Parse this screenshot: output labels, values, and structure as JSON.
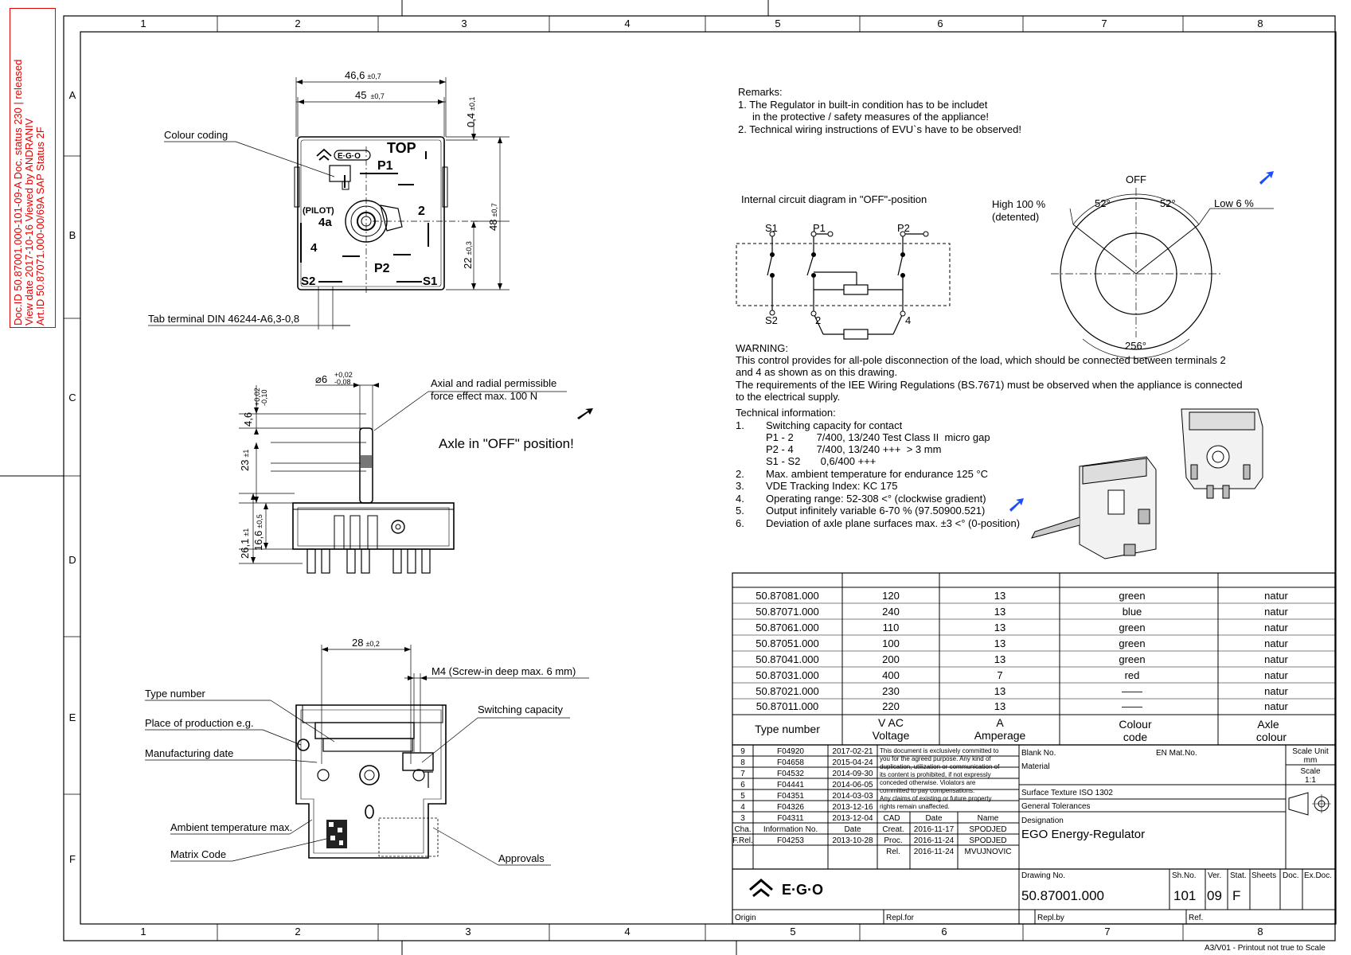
{
  "stamp": {
    "lines": [
      "Doc.ID 50.87001.000-101-09-A  Doc. status 230 | released",
      "View date 2017-10-16          Viewed by ANDRANIV",
      "Art.ID 50.87071.000-00/69A     SAP Status 2F"
    ]
  },
  "grid": {
    "cols": [
      "1",
      "2",
      "3",
      "4",
      "5",
      "6",
      "7",
      "8"
    ],
    "rows": [
      "A",
      "B",
      "C",
      "D",
      "E",
      "F"
    ]
  },
  "front_view": {
    "dim_width_outer": "46,6",
    "dim_width_outer_tol": "±0,7",
    "dim_width_inner": "45",
    "dim_width_inner_tol": "±0,7",
    "dim_top": "0,4",
    "dim_top_tol": "±0,1",
    "dim_height": "48",
    "dim_height_tol": "±0,7",
    "dim_center": "22",
    "dim_center_tol": "±0,3",
    "label_colour_coding": "Colour coding",
    "label_tab_terminal": "Tab terminal DIN 46244-A6,3-0,8",
    "marks": {
      "top": "TOP",
      "p1": "P1",
      "p2": "P2",
      "two": "2",
      "four": "4",
      "fourA": "4a",
      "pilot": "(PILOT)",
      "s1": "S1",
      "s2": "S2",
      "logo": "E·G·O"
    }
  },
  "side_view": {
    "dim_diameter": "6",
    "dim_diameter_tol_up": "+0,02",
    "dim_diameter_tol_dn": "-0,08",
    "dim_top": "4,6",
    "dim_top_tol_up": "+0,02",
    "dim_top_tol_dn": "-0,10",
    "dim_axle": "23",
    "dim_axle_tol": "±1",
    "dim_body": "16,6",
    "dim_body_tol": "±0,5",
    "dim_total": "26,1",
    "dim_total_tol": "±1",
    "label_force_1": "Axial and radial permissible",
    "label_force_2": "force effect max. 100 N",
    "label_axle": "Axle in \"OFF\" position!"
  },
  "bottom_view": {
    "dim_width": "28",
    "dim_width_tol": "±0,2",
    "label_m4": "M4 (Screw-in deep max. 6 mm)",
    "label_type_number": "Type number",
    "label_place": "Place of production e.g.",
    "label_mfg_date": "Manufacturing date",
    "label_switching": "Switching capacity",
    "label_ambient": "Ambient temperature max.",
    "label_matrix": "Matrix Code",
    "label_approvals": "Approvals"
  },
  "remarks": {
    "title": "Remarks:",
    "line1": "1. The Regulator in built-in condition has to be includet",
    "line2": "in the protective / safety measures of the appliance!",
    "line3": "2. Technical wiring instructions of EVU`s have to be observed!"
  },
  "circuit": {
    "title": "Internal circuit diagram in \"OFF\"-position",
    "s1": "S1",
    "p1": "P1",
    "p2": "P2",
    "s2": "S2",
    "t2": "2",
    "t4": "4"
  },
  "dial": {
    "off": "OFF",
    "high": "High 100 %",
    "detented": "(detented)",
    "low": "Low 6 %",
    "angle_left": "52°",
    "angle_right": "52°",
    "angle_bottom": "256°"
  },
  "warning": {
    "title": "WARNING:",
    "l1": "This control provides for all-pole disconnection of the load, which should be connected between terminals 2",
    "l2": "and 4 as shown as on this drawing.",
    "l3": "The requirements of the IEE Wiring Regulations (BS.7671) must be observed when the appliance is connected",
    "l4": "to the electrical supply."
  },
  "tech": {
    "title": "Technical information:",
    "items": [
      {
        "n": "1.",
        "t": "Switching capacity for contact"
      },
      {
        "n": "",
        "t": "P1 - 2        7/400, 13/240 Test Class II  micro gap"
      },
      {
        "n": "",
        "t": "P2 - 4        7/400, 13/240 +++  > 3 mm"
      },
      {
        "n": "",
        "t": "S1 - S2       0,6/400 +++"
      },
      {
        "n": "2.",
        "t": "Max. ambient temperature for endurance 125 °C"
      },
      {
        "n": "3.",
        "t": "VDE Tracking Index: KC 175"
      },
      {
        "n": "4.",
        "t": "Operating range: 52-308 <° (clockwise gradient)"
      },
      {
        "n": "5.",
        "t": "Output infinitely variable 6-70 % (97.50900.521)"
      },
      {
        "n": "6.",
        "t": "Deviation of axle plane surfaces max. ±3 <° (0-position)"
      }
    ]
  },
  "variants": {
    "rows": [
      {
        "type": "50.87081.000",
        "v": "120",
        "a": "13",
        "colour": "green",
        "axle": "natur"
      },
      {
        "type": "50.87071.000",
        "v": "240",
        "a": "13",
        "colour": "blue",
        "axle": "natur"
      },
      {
        "type": "50.87061.000",
        "v": "110",
        "a": "13",
        "colour": "green",
        "axle": "natur"
      },
      {
        "type": "50.87051.000",
        "v": "100",
        "a": "13",
        "colour": "green",
        "axle": "natur"
      },
      {
        "type": "50.87041.000",
        "v": "200",
        "a": "13",
        "colour": "green",
        "axle": "natur"
      },
      {
        "type": "50.87031.000",
        "v": "400",
        "a": "7",
        "colour": "red",
        "axle": "natur"
      },
      {
        "type": "50.87021.000",
        "v": "230",
        "a": "13",
        "colour": "——",
        "axle": "natur"
      },
      {
        "type": "50.87011.000",
        "v": "220",
        "a": "13",
        "colour": "——",
        "axle": "natur"
      }
    ],
    "h_type": "Type number",
    "h_v1": "V AC",
    "h_v2": "Voltage",
    "h_a1": "A",
    "h_a2": "Amperage",
    "h_c1": "Colour",
    "h_c2": "code",
    "h_x1": "Axle",
    "h_x2": "colour"
  },
  "revisions": [
    {
      "n": "9",
      "no": "F04920",
      "date": "2017-02-21"
    },
    {
      "n": "8",
      "no": "F04658",
      "date": "2015-04-24"
    },
    {
      "n": "7",
      "no": "F04532",
      "date": "2014-09-30"
    },
    {
      "n": "6",
      "no": "F04441",
      "date": "2014-06-05"
    },
    {
      "n": "5",
      "no": "F04351",
      "date": "2014-03-03"
    },
    {
      "n": "4",
      "no": "F04326",
      "date": "2013-12-16"
    },
    {
      "n": "3",
      "no": "F04311",
      "date": "2013-12-04"
    }
  ],
  "rev_head": {
    "cha": "Cha.",
    "info": "Information No.",
    "date": "Date"
  },
  "rev_frel": {
    "n": "F.Rel.",
    "no": "F04253",
    "date": "2013-10-28"
  },
  "legal": [
    "This document is exclusively committed to",
    "you for the agreed purpose. Any kind of",
    "duplication, utilization or communication of",
    "its content is prohibited, if not expressly",
    "conceded otherwise. Violators are",
    "committed to pay compensations.",
    "Any claims of existing or future property",
    "rights remain unaffected."
  ],
  "signoff": {
    "cad": "CAD",
    "date_h": "Date",
    "name_h": "Name",
    "creat": "Creat.",
    "creat_date": "2016-11-17",
    "creat_name": "SPODJED",
    "proc": "Proc.",
    "proc_date": "2016-11-24",
    "proc_name": "SPODJED",
    "rel": "Rel.",
    "rel_date": "2016-11-24",
    "rel_name": "MVUJNOVIC"
  },
  "title_block": {
    "blank_no": "Blank No.",
    "en_mat": "EN Mat.No.",
    "material": "Material",
    "scale_unit": "Scale Unit",
    "unit": "mm",
    "scale": "Scale",
    "scale_val": "1:1",
    "surface": "Surface Texture ISO 1302",
    "tolerances": "General Tolerances",
    "designation_h": "Designation",
    "designation": "EGO Energy-Regulator",
    "drawing_no_h": "Drawing No.",
    "drawing_no": "50.87001.000",
    "sh_no_h": "Sh.No.",
    "sh_no": "101",
    "ver_h": "Ver.",
    "ver": "09",
    "stat_h": "Stat.",
    "stat": "F",
    "sheets_h": "Sheets",
    "doc_h": "Doc.",
    "exdoc_h": "Ex.Doc.",
    "origin": "Origin",
    "repl_for": "Repl.for",
    "repl_by": "Repl.by",
    "ref": "Ref.",
    "logo": "E·G·O"
  },
  "footer": "A3/V01 - Printout not true to Scale"
}
